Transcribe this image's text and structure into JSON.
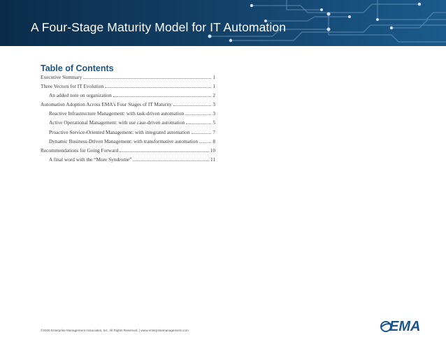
{
  "header": {
    "title": "A Four-Stage Maturity Model for IT Automation"
  },
  "toc": {
    "heading": "Table of Contents",
    "entries": [
      {
        "label": "Executive Summary",
        "page": "1",
        "indent": false
      },
      {
        "label": "Three Vectors for IT Evolution",
        "page": "1",
        "indent": false
      },
      {
        "label": "An added note on organization",
        "page": "2",
        "indent": true
      },
      {
        "label": "Automation Adoption Across EMA’s Four Stages of IT Maturity",
        "page": "3",
        "indent": false
      },
      {
        "label": "Reactive Infrastructure Management: with task-driven automation",
        "page": "3",
        "indent": true
      },
      {
        "label": "Active Operational Management: with use case-driven automation",
        "page": "5",
        "indent": true
      },
      {
        "label": "Proactive Service-Oriented Management: with integrated automation",
        "page": "7",
        "indent": true
      },
      {
        "label": "Dynamic Business-Driven Management: with transformative automation",
        "page": "8",
        "indent": true
      },
      {
        "label": "Recommendations for Going Forward",
        "page": "10",
        "indent": false
      },
      {
        "label": "A final word with the “More Syndrome”",
        "page": "11",
        "indent": true
      }
    ]
  },
  "footer": {
    "copyright": "©2020 Enterprise Management Associates, Inc. All Rights Reserved. | www.enterprisemanagement.com",
    "logo_text": "EMA"
  },
  "colors": {
    "banner": "#123f66",
    "heading": "#1c5587",
    "logo": "#1c5587"
  }
}
